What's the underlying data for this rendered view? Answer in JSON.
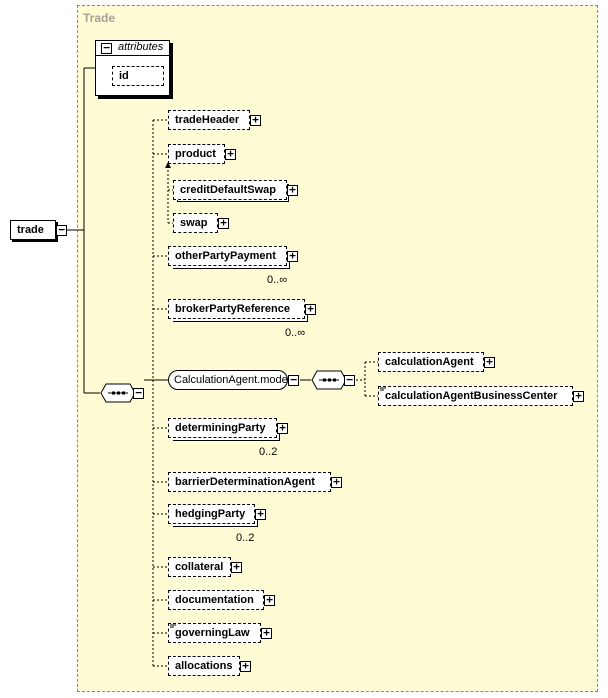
{
  "frame": {
    "title": "Trade"
  },
  "attributes": {
    "title": "attributes",
    "items": [
      "id"
    ]
  },
  "root": {
    "label": "trade"
  },
  "group": {
    "label": "CalculationAgent.model"
  },
  "elements": {
    "tradeHeader": "tradeHeader",
    "product": "product",
    "creditDefaultSwap": "creditDefaultSwap",
    "swap": "swap",
    "otherPartyPayment": "otherPartyPayment",
    "brokerPartyReference": "brokerPartyReference",
    "calculationAgent": "calculationAgent",
    "calculationAgentBusinessCenter": "calculationAgentBusinessCenter",
    "determiningParty": "determiningParty",
    "barrierDeterminationAgent": "barrierDeterminationAgent",
    "hedgingParty": "hedgingParty",
    "collateral": "collateral",
    "documentation": "documentation",
    "governingLaw": "governingLaw",
    "allocations": "allocations"
  },
  "cardinalities": {
    "otherPartyPayment": "0..∞",
    "brokerPartyReference": "0..∞",
    "determiningParty": "0..2",
    "hedgingParty": "0..2"
  },
  "icons": {
    "expand": "plus-box-icon",
    "collapse": "minus-box-icon",
    "sequence": "sequence-compositor-icon"
  }
}
